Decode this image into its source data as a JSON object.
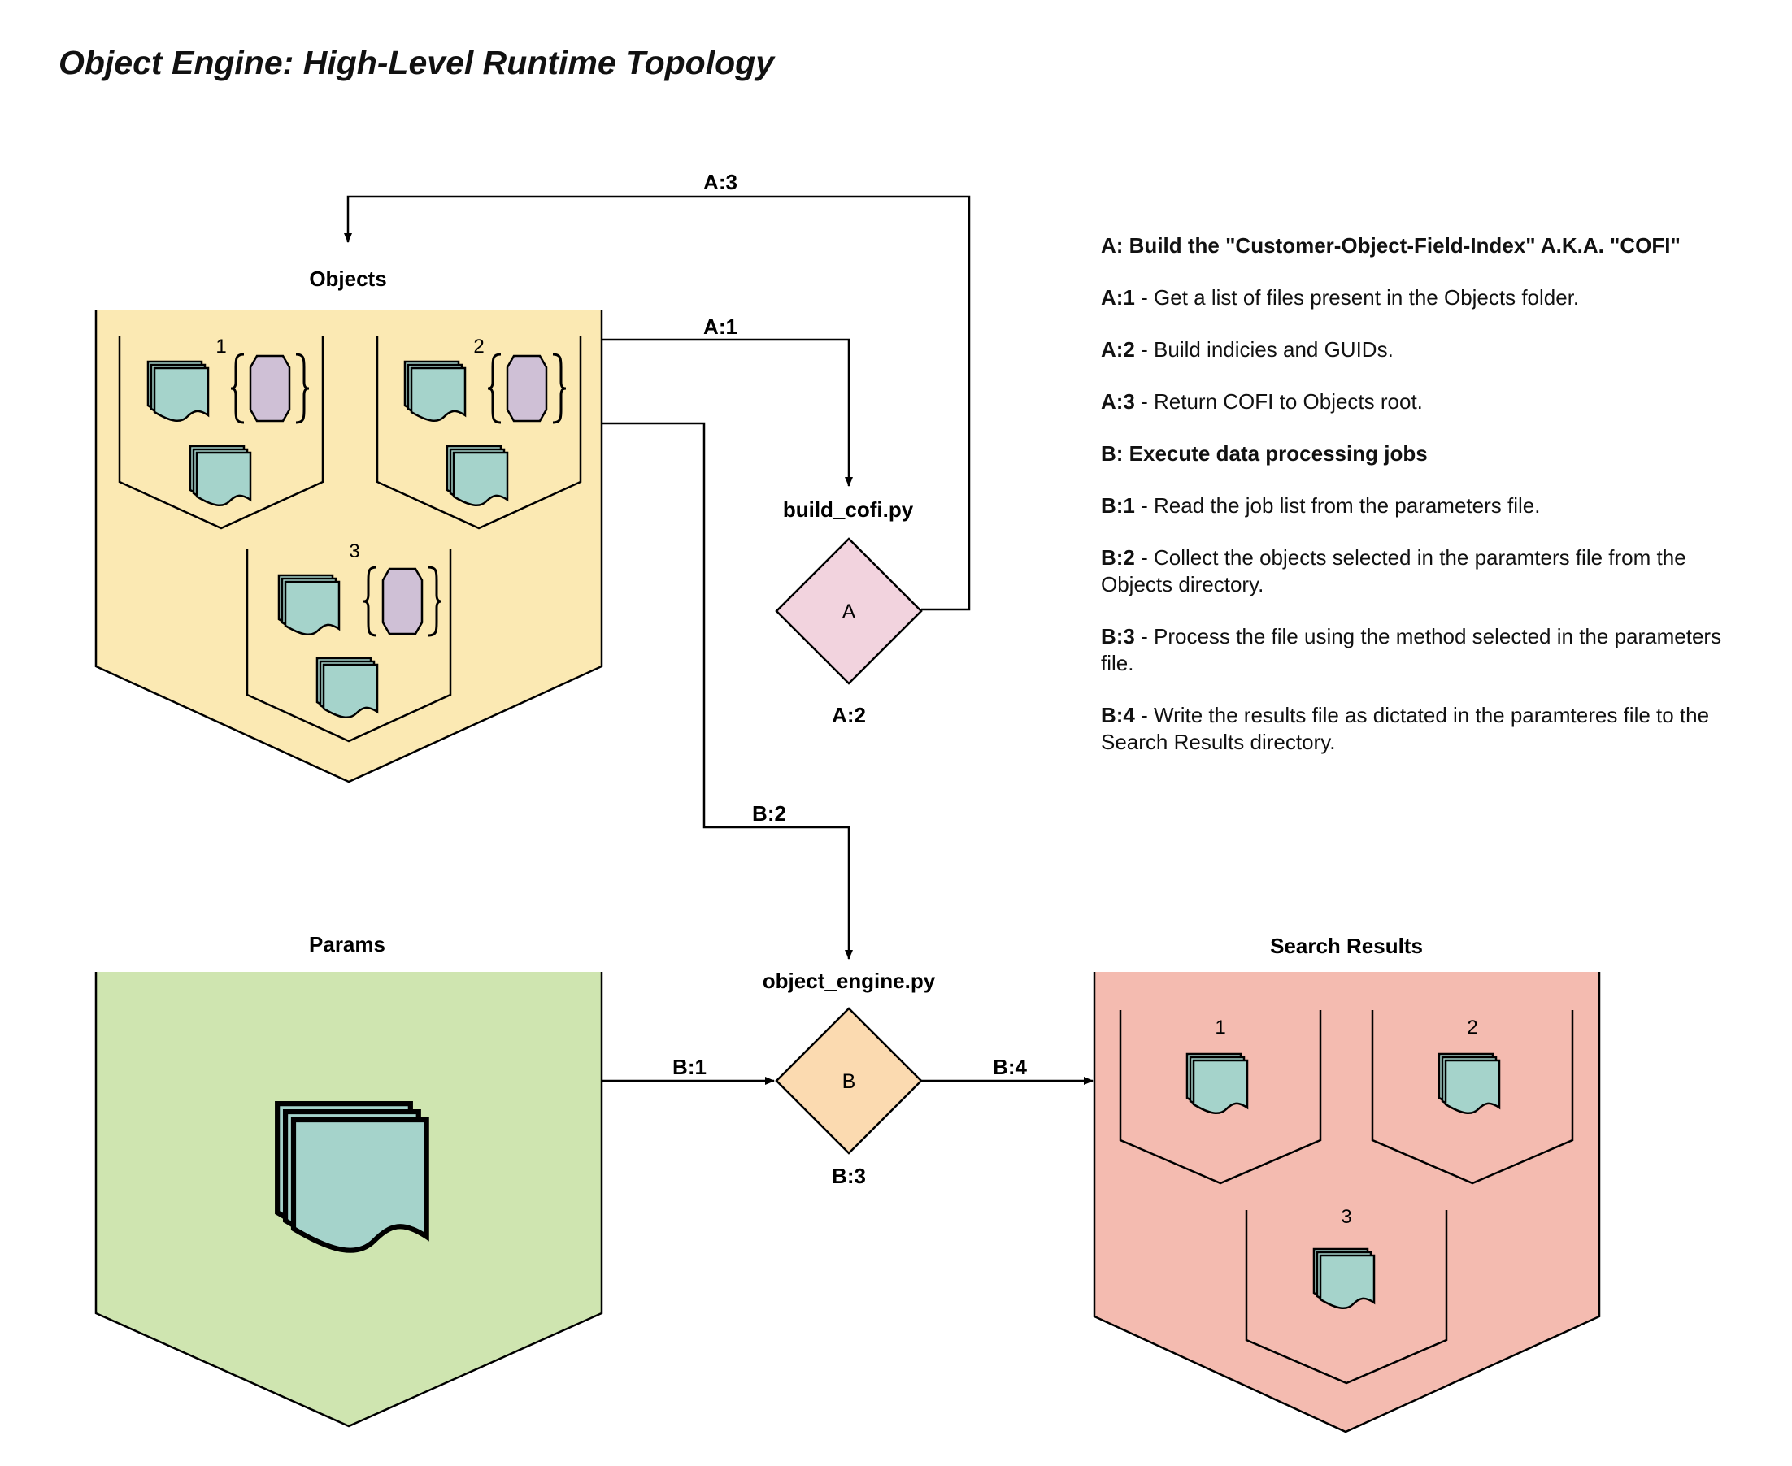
{
  "title": "Object Engine: High-Level Runtime Topology",
  "containers": {
    "objects": {
      "label": "Objects",
      "color": "#fbe9b3",
      "subfolders": [
        "1",
        "2",
        "3"
      ]
    },
    "params": {
      "label": "Params",
      "color": "#cfe5b0"
    },
    "search_results": {
      "label": "Search Results",
      "color": "#f4bbb0",
      "subfolders": [
        "1",
        "2",
        "3"
      ]
    }
  },
  "processes": {
    "build_cofi": {
      "label": "build_cofi.py",
      "symbol": "A",
      "step": "A:2",
      "color": "#f2d3de"
    },
    "object_engine": {
      "label": "object_engine.py",
      "symbol": "B",
      "step": "B:3",
      "color": "#fbdab0"
    }
  },
  "edges": {
    "a1": "A:1",
    "a3": "A:3",
    "b1": "B:1",
    "b2": "B:2",
    "b4": "B:4"
  },
  "colors": {
    "file": "#a5d3cb",
    "json": "#cfc0d6",
    "line": "#000000"
  },
  "icons": {
    "file": "file-stack-icon",
    "json": "json-braces-icon"
  },
  "legend": {
    "a_header": "A: Build the \"Customer-Object-Field-Index\" A.K.A. \"COFI\"",
    "a_steps": [
      {
        "key": "A:1",
        "text": " - Get a list of files present in the Objects folder."
      },
      {
        "key": "A:2",
        "text": " - Build indicies and GUIDs."
      },
      {
        "key": "A:3",
        "text": " - Return COFI to Objects root."
      }
    ],
    "b_header": "B: Execute data processing jobs",
    "b_steps": [
      {
        "key": "B:1",
        "text": " - Read the job list from the parameters file."
      },
      {
        "key": "B:2",
        "text": " - Collect the objects selected in the paramters file from the Objects directory."
      },
      {
        "key": "B:3",
        "text": " - Process the file using the method selected in the parameters file."
      },
      {
        "key": "B:4",
        "text": " - Write the results file as dictated in the paramteres file to the Search Results directory."
      }
    ]
  }
}
